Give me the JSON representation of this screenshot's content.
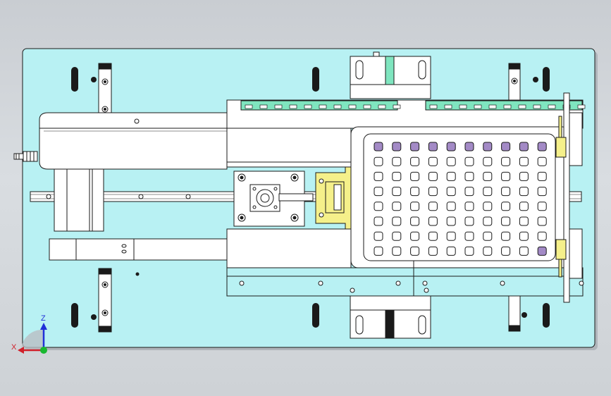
{
  "window": {
    "title": ""
  },
  "colors": {
    "background_top": "#c9cdd2",
    "plate": "#b8f1f3",
    "outline": "#1a1a1a",
    "part_white": "#ffffff",
    "rail_green": "#7fe5bf",
    "bracket_yellow": "#f5f08a",
    "pocket_purple": "#a38ac6",
    "axis_x": "#d0202a",
    "axis_y": "#18b830",
    "axis_z": "#2030d8"
  },
  "triad": {
    "x_label": "X",
    "z_label": "Z"
  },
  "tray": {
    "rows": 8,
    "cols": 10,
    "purple_row0": [
      0,
      1,
      2,
      3,
      4,
      5,
      6,
      7,
      8,
      9
    ],
    "purple_last_row": [
      9
    ]
  }
}
